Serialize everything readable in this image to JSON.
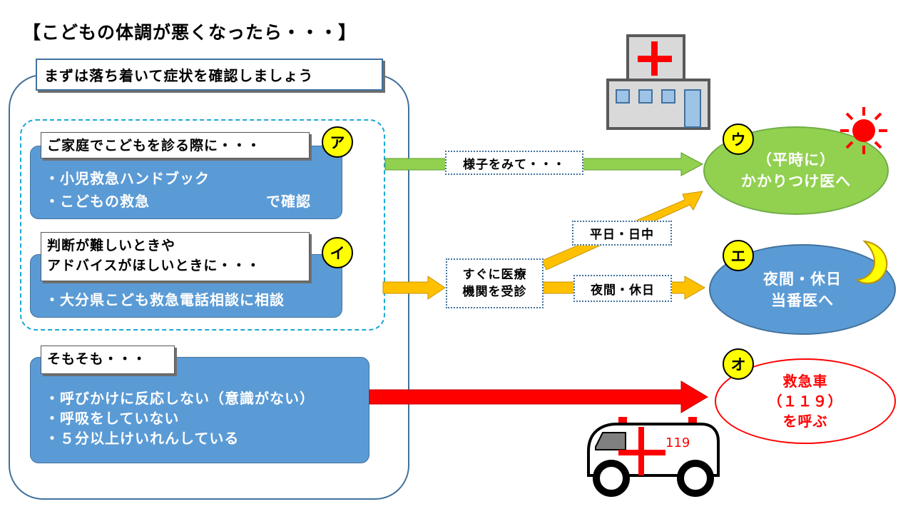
{
  "title": "【こどもの体調が悪くなったら・・・】",
  "outer_label": "まずは落ち着いて症状を確認しましょう",
  "box_a": {
    "header": "ご家庭でこどもを診る際に・・・",
    "badge": "ア",
    "line1": "・小児救急ハンドブック",
    "line2": "・こどもの救急",
    "line2_suffix": "で確認"
  },
  "box_i": {
    "header_line1": "判断が難しいときや",
    "header_line2": "アドバイスがほしいときに・・・",
    "badge": "イ",
    "line1": "・大分県こども救急電話相談に相談"
  },
  "box_o": {
    "header": "そもそも・・・",
    "line1": "・呼びかけに反応しない（意識がない）",
    "line2": "・呼吸をしていない",
    "line3": "・５分以上けいれんしている"
  },
  "arrow_labels": {
    "watch": "様子をみて・・・",
    "consult_line1": "すぐに医療",
    "consult_line2": "機関を受診",
    "weekday": "平日・日中",
    "night": "夜間・休日"
  },
  "dest_u": {
    "badge": "ウ",
    "line1": "（平時に）",
    "line2": "かかりつけ医へ"
  },
  "dest_e": {
    "badge": "エ",
    "line1": "夜間・休日",
    "line2": "当番医へ"
  },
  "dest_o": {
    "badge": "オ",
    "line1": "救急車",
    "line2": "（１１９）",
    "line3": "を呼ぶ"
  },
  "ambulance_number": "119",
  "colors": {
    "blue_box": "#5b9bd5",
    "border_blue": "#41719c",
    "green": "#92d050",
    "orange": "#ffc000",
    "red": "#ff0000",
    "badge_yellow": "#ffff00",
    "dashed": "#1ca8d6"
  },
  "icons": [
    "hospital-icon",
    "sun-icon",
    "moon-icon",
    "ambulance-icon"
  ]
}
